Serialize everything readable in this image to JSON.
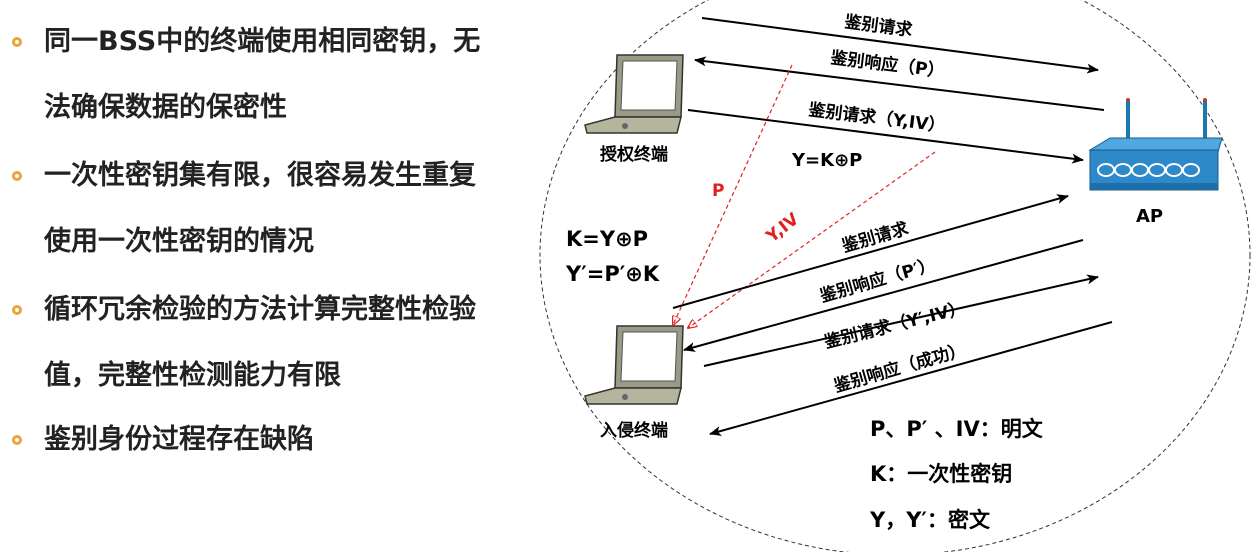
{
  "bullets": [
    {
      "line1": "同一BSS中的终端使用相同密钥，无",
      "line2": "法确保数据的保密性"
    },
    {
      "line1": "一次性密钥集有限，很容易发生重复",
      "line2": "使用一次性密钥的情况"
    },
    {
      "line1": "循环冗余检验的方法计算完整性检验",
      "line2": "值，完整性检测能力有限"
    },
    {
      "line1": "鉴别身份过程存在缺陷",
      "line2": ""
    }
  ],
  "diagram": {
    "auth_terminal": "授权终端",
    "intruder_terminal": "入侵终端",
    "ap": "AP",
    "msg1": "鉴别请求",
    "msg2": "鉴别响应（P）",
    "msg3": "鉴别请求（Y,IV）",
    "eq1": "Y=K⊕P",
    "leak_p": "P",
    "leak_yiv": "Y,IV",
    "calc1": "K=Y⊕P",
    "calc2": "Y′=P′⊕K",
    "msg4": "鉴别请求",
    "msg5": "鉴别响应（P′）",
    "msg6": "鉴别请求（Y′,IV）",
    "msg7": "鉴别响应（成功）",
    "legend1": "P、P′ 、IV：明文",
    "legend2": "K：一次性密钥",
    "legend3": "Y，Y′：密文"
  },
  "colors": {
    "bullet": "#e8a33a",
    "leak": "#e02020",
    "arrow": "#000000"
  }
}
